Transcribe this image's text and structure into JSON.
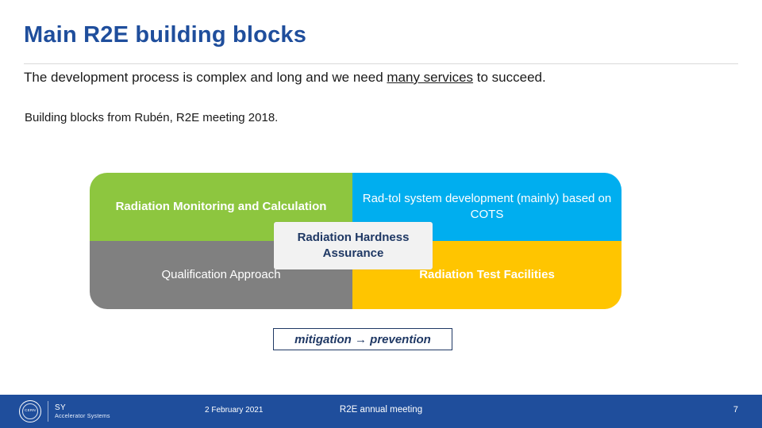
{
  "slide": {
    "title": "Main R2E building blocks",
    "subtitle_pre": "The development process is complex and long and we need ",
    "subtitle_underlined": "many services",
    "subtitle_post": " to succeed.",
    "note": "Building blocks from Rubén, R2E meeting 2018."
  },
  "diagram": {
    "blocks": [
      {
        "label": "Radiation Monitoring and Calculation",
        "color": "#8DC63F",
        "name": "block-radiation-monitoring"
      },
      {
        "label": "Rad-tol system development (mainly) based on COTS",
        "color": "#00AEEF",
        "name": "block-rad-tol-system-development"
      },
      {
        "label": "Qualification Approach",
        "color": "#808080",
        "name": "block-qualification-approach"
      },
      {
        "label": "Radiation Test Facilities",
        "color": "#FFC500",
        "name": "block-radiation-test-facilities"
      },
      {
        "label": "Radiation Hardness Assurance",
        "color": "#F2F2F2",
        "name": "block-radiation-hardness-assurance"
      }
    ],
    "caption": "mitigation → prevention"
  },
  "footer": {
    "org": "SY",
    "department": "Accelerator Systems",
    "date": "2 February 2021",
    "meeting": "R2E annual meeting",
    "page": "7",
    "bar_color": "#1F4E9C"
  }
}
